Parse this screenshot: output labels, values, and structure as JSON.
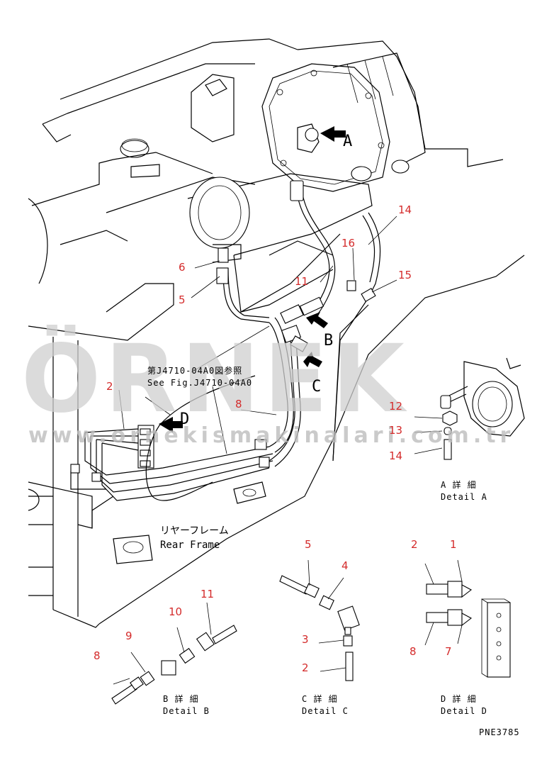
{
  "watermark": {
    "brand": "ÖRNEK",
    "url": "www.ornekismakinalari.com.tr"
  },
  "callouts": {
    "c1": "1",
    "c2a": "2",
    "c2b": "2",
    "c2c": "2",
    "c3": "3",
    "c4": "4",
    "c5a": "5",
    "c5b": "5",
    "c6": "6",
    "c7": "7",
    "c8a": "8",
    "c8b": "8",
    "c8c": "8",
    "c9": "9",
    "c10": "10",
    "c11a": "11",
    "c11b": "11",
    "c12": "12",
    "c13": "13",
    "c14a": "14",
    "c14b": "14",
    "c15": "15",
    "c16": "16"
  },
  "arrows": {
    "a": "A",
    "b": "B",
    "c": "C",
    "d": "D"
  },
  "refnote": {
    "jp": "第J4710-04A0図参照",
    "en": "See Fig.J4710-04A0"
  },
  "rear_frame": {
    "jp": "リヤーフレーム",
    "en": "Rear Frame"
  },
  "details": {
    "a_jp": "A 詳 細",
    "a_en": "Detail A",
    "b_jp": "B 詳 細",
    "b_en": "Detail B",
    "c_jp": "C 詳 細",
    "c_en": "Detail C",
    "d_jp": "D 詳 細",
    "d_en": "Detail D"
  },
  "drawing_code": "PNE3785"
}
